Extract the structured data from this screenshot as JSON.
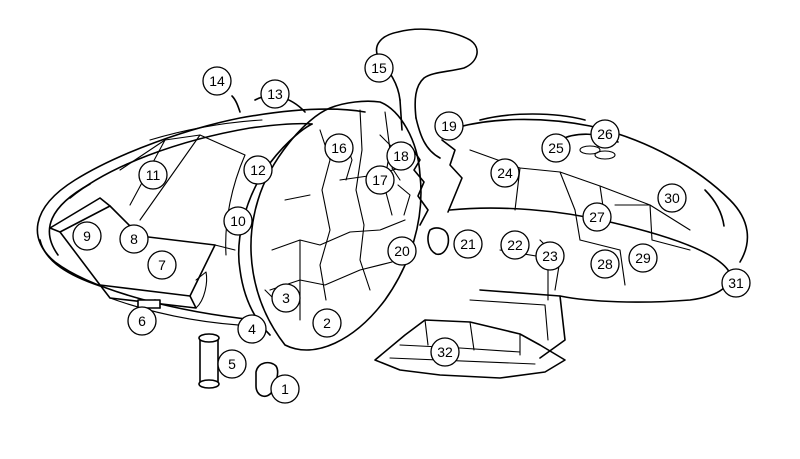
{
  "callouts": [
    {
      "id": "1",
      "label": "1"
    },
    {
      "id": "2",
      "label": "2"
    },
    {
      "id": "3",
      "label": "3"
    },
    {
      "id": "4",
      "label": "4"
    },
    {
      "id": "5",
      "label": "5"
    },
    {
      "id": "6",
      "label": "6"
    },
    {
      "id": "7",
      "label": "7"
    },
    {
      "id": "8",
      "label": "8"
    },
    {
      "id": "9",
      "label": "9"
    },
    {
      "id": "10",
      "label": "10"
    },
    {
      "id": "11",
      "label": "11"
    },
    {
      "id": "12",
      "label": "12"
    },
    {
      "id": "13",
      "label": "13"
    },
    {
      "id": "14",
      "label": "14"
    },
    {
      "id": "15",
      "label": "15"
    },
    {
      "id": "16",
      "label": "16"
    },
    {
      "id": "17",
      "label": "17"
    },
    {
      "id": "18",
      "label": "18"
    },
    {
      "id": "19",
      "label": "19"
    },
    {
      "id": "20",
      "label": "20"
    },
    {
      "id": "21",
      "label": "21"
    },
    {
      "id": "22",
      "label": "22"
    },
    {
      "id": "23",
      "label": "23"
    },
    {
      "id": "24",
      "label": "24"
    },
    {
      "id": "25",
      "label": "25"
    },
    {
      "id": "26",
      "label": "26"
    },
    {
      "id": "27",
      "label": "27"
    },
    {
      "id": "28",
      "label": "28"
    },
    {
      "id": "29",
      "label": "29"
    },
    {
      "id": "30",
      "label": "30"
    },
    {
      "id": "31",
      "label": "31"
    },
    {
      "id": "32",
      "label": "32"
    }
  ],
  "colors": {
    "line": "#000000",
    "background": "#ffffff"
  }
}
